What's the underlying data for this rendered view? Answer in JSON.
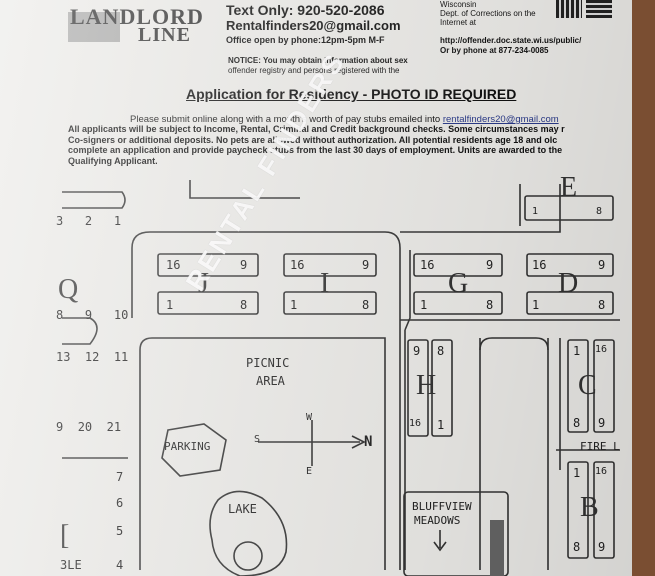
{
  "header": {
    "logo_line1": "LANDLORD",
    "logo_line2": "LINE",
    "contact_text": "Text Only: 920-520-2086",
    "contact_email": "Rentalfinders20@gmail.com",
    "office_hours": "Office open by phone:12pm-5pm M-F",
    "notice": [
      "NOTICE: You may obtain information about  sex",
      "offender registry and persons registered  with the"
    ],
    "right_info": [
      "Wisconsin",
      "Dept. of Corrections on the",
      "Internet at"
    ],
    "right_link": [
      "http://offender.doc.state.wi.us/public/",
      "Or by phone at 877-234-0085"
    ]
  },
  "application": {
    "title": "Application for Residency - PHOTO ID REQUIRED",
    "intro": "Please submit online along with a month's worth of pay stubs emailed into",
    "intro_email": "rentalfinders20@gmail.com",
    "terms": [
      "All applicants will be subject to Income, Rental, Criminal and Credit background checks.  Some circumstances may r",
      "Co-signers or additional deposits.  No pets are allowed without authorization.  All potential residents age 18 and olc",
      "complete an application and provide paycheck stubs from the last 30 days of employment. Units are awarded to the",
      "Qualifying Applicant."
    ]
  },
  "map": {
    "buildings": {
      "J": {
        "letter": "J",
        "nums": [
          "16",
          "9",
          "1",
          "8"
        ]
      },
      "I": {
        "letter": "I",
        "nums": [
          "16",
          "9",
          "1",
          "8"
        ]
      },
      "G": {
        "letter": "G",
        "nums": [
          "16",
          "9",
          "1",
          "8"
        ]
      },
      "D": {
        "letter": "D",
        "nums": [
          "16",
          "9",
          "1",
          "8"
        ]
      },
      "E": {
        "letter": "E",
        "nums": [
          "1",
          "8"
        ]
      },
      "H": {
        "letter": "H",
        "nums": [
          "9",
          "8",
          "16",
          "1"
        ]
      },
      "C": {
        "letter": "C",
        "nums": [
          "1",
          "16",
          "8",
          "9"
        ]
      },
      "B": {
        "letter": "B",
        "nums": [
          "1",
          "16",
          "8",
          "9"
        ]
      },
      "Q": {
        "letter": "Q"
      },
      "L": {
        "letter": "["
      }
    },
    "side_numbers": {
      "top_row": [
        "3",
        "2",
        "1"
      ],
      "q_row": [
        "8",
        "9",
        "10"
      ],
      "mid_row": [
        "13",
        "12",
        "11"
      ],
      "low_row": [
        "9",
        "20",
        "21"
      ],
      "left_col": [
        "7",
        "6",
        "5",
        "4"
      ]
    },
    "places": {
      "picnic1": "PICNIC",
      "picnic2": "AREA",
      "parking": "PARKING",
      "lake": "LAKE",
      "bluffview1": "BLUFFVIEW",
      "bluffview2": "MEADOWS",
      "fire_lane": "FIRE L",
      "ble": "3LE"
    },
    "compass": {
      "w": "W",
      "e": "E",
      "n": "N",
      "s": "S"
    }
  },
  "watermark": "RENTAL FINDERS"
}
